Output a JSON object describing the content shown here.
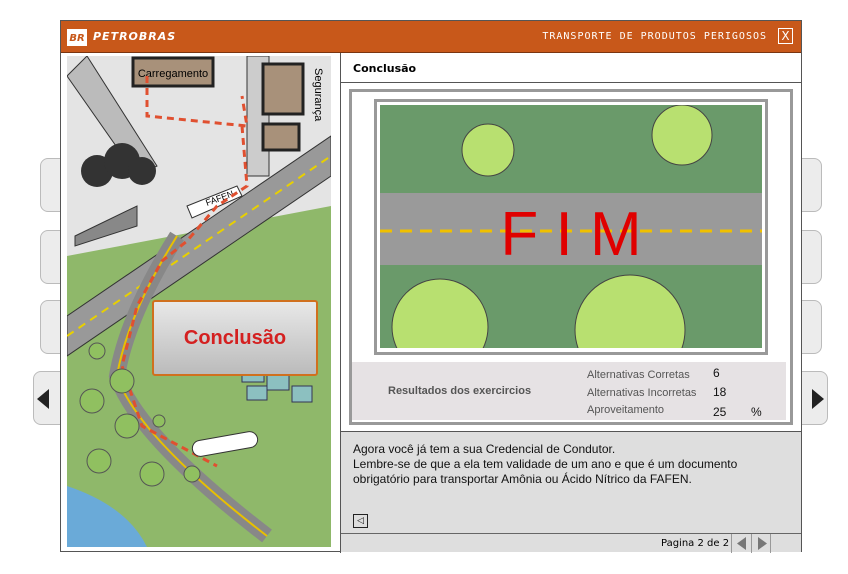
{
  "header": {
    "logo": "BR",
    "brand": "PETROBRAS",
    "title": "TRANSPORTE DE PRODUTOS PERIGOSOS",
    "close_label": "X"
  },
  "map": {
    "loading_label": "Carregamento",
    "security_label": "Segurança",
    "fafen_label": "FAFEN",
    "conclusion_button": "Conclusão"
  },
  "panel": {
    "title": "Conclusão",
    "end_label": "F I M"
  },
  "results": {
    "heading": "Resultados dos exercircios",
    "rows": [
      {
        "label": "Alternativas Corretas",
        "value": "6"
      },
      {
        "label": "Alternativas Incorretas",
        "value": "18"
      },
      {
        "label": "Aproveitamento",
        "value": "25",
        "unit": "%"
      }
    ]
  },
  "message": {
    "lines": [
      "Agora você já tem a sua Credencial de Condutor.",
      "Lembre-se de que a ela tem validade de um ano e que é um documento",
      "obrigatório para transportar Amônia ou Ácido Nítrico da FAFEN."
    ]
  },
  "footer": {
    "page": "Pagina 2 de 2"
  },
  "colors": {
    "header": "#c8581a",
    "fim": "#e00000",
    "conclusion": "#d42020"
  }
}
